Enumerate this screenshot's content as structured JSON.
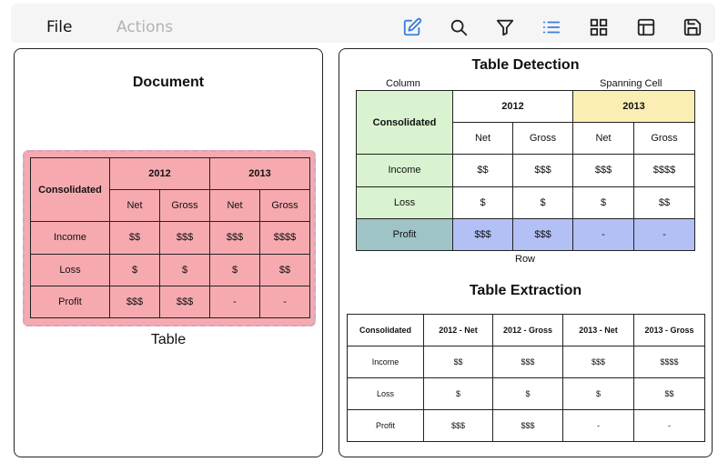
{
  "toolbar": {
    "file_label": "File",
    "actions_label": "Actions",
    "icons": [
      "edit-icon",
      "search-icon",
      "filter-icon",
      "list-icon",
      "grid-icon",
      "layout-icon",
      "save-icon"
    ],
    "active_icon_color": "#3b7ddd"
  },
  "document": {
    "title": "Document",
    "table_label": "Table",
    "highlight_color": "#f6aab0",
    "table": {
      "row_header": "Consolidated",
      "years": [
        "2012",
        "2013"
      ],
      "subheaders": [
        "Net",
        "Gross",
        "Net",
        "Gross"
      ],
      "rows": [
        {
          "label": "Income",
          "cells": [
            "$$",
            "$$$",
            "$$$",
            "$$$$"
          ]
        },
        {
          "label": "Loss",
          "cells": [
            "$",
            "$",
            "$",
            "$$"
          ]
        },
        {
          "label": "Profit",
          "cells": [
            "$$$",
            "$$$",
            "-",
            "-"
          ]
        }
      ]
    }
  },
  "detection": {
    "title": "Table Detection",
    "column_label": "Column",
    "spanning_cell_label": "Spanning Cell",
    "row_label": "Row",
    "colors": {
      "column": "#d9f2d0",
      "spanning": "#fbeeb4",
      "row_header": "#9fc4c8",
      "row": "#b3c0f5"
    },
    "table": {
      "row_header": "Consolidated",
      "years": [
        "2012",
        "2013"
      ],
      "subheaders": [
        "Net",
        "Gross",
        "Net",
        "Gross"
      ],
      "rows": [
        {
          "label": "Income",
          "cells": [
            "$$",
            "$$$",
            "$$$",
            "$$$$"
          ]
        },
        {
          "label": "Loss",
          "cells": [
            "$",
            "$",
            "$",
            "$$"
          ]
        },
        {
          "label": "Profit",
          "cells": [
            "$$$",
            "$$$",
            "-",
            "-"
          ]
        }
      ]
    }
  },
  "extraction": {
    "title": "Table Extraction",
    "headers": [
      "Consolidated",
      "2012 - Net",
      "2012 - Gross",
      "2013 - Net",
      "2013 - Gross"
    ],
    "rows": [
      [
        "Income",
        "$$",
        "$$$",
        "$$$",
        "$$$$"
      ],
      [
        "Loss",
        "$",
        "$",
        "$",
        "$$"
      ],
      [
        "Profit",
        "$$$",
        "$$$",
        "-",
        "-"
      ]
    ]
  }
}
